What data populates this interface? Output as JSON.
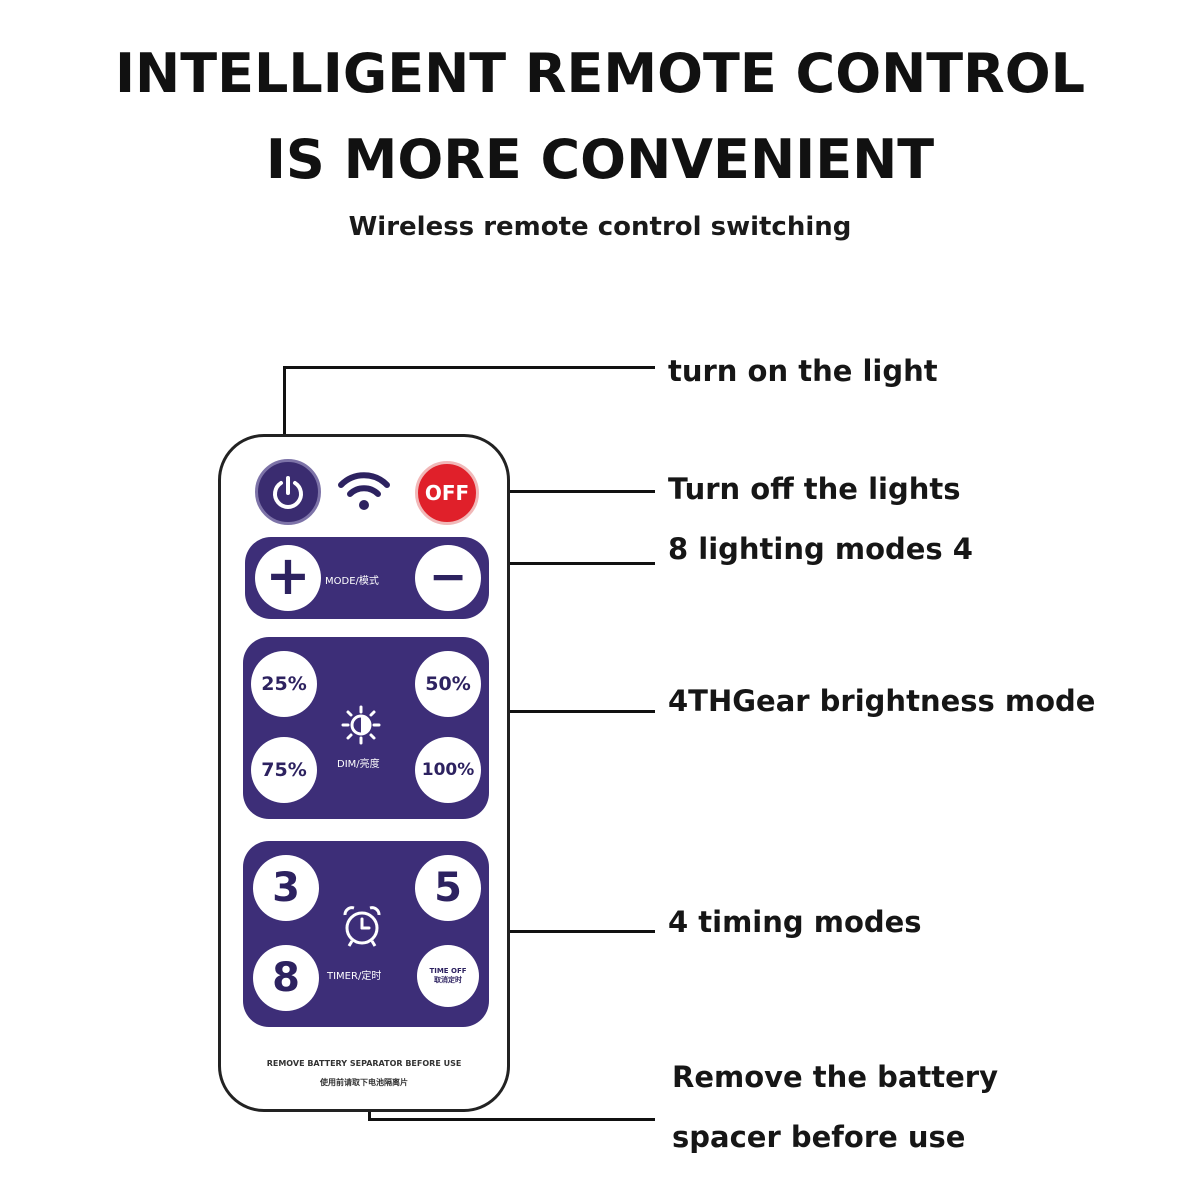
{
  "header": {
    "title_line1": "INTELLIGENT REMOTE CONTROL",
    "title_line2": "IS MORE CONVENIENT",
    "subtitle": "Wireless remote control switching"
  },
  "labels": {
    "turn_on": "turn on the light",
    "turn_off": "Turn off the lights",
    "modes": "8 lighting modes 4",
    "brightness": "4THGear brightness mode",
    "timing": "4 timing modes",
    "battery_line1": "Remove the battery",
    "battery_line2": "spacer before use"
  },
  "remote": {
    "off_label": "OFF",
    "mode_label": "MODE/模式",
    "plus": "+",
    "minus": "−",
    "dim_label": "DIM/亮度",
    "b25": "25%",
    "b50": "50%",
    "b75": "75%",
    "b100": "100%",
    "timer_label": "TIMER/定时",
    "t3": "3",
    "t5": "5",
    "t8": "8",
    "time_off_en": "TIME OFF",
    "time_off_cn": "取消定时",
    "separator_en": "REMOVE BATTERY SEPARATOR BEFORE USE",
    "separator_cn": "使用前请取下电池隔离片",
    "power_icon": "power-icon",
    "wifi_icon": "wifi-icon",
    "sun_icon": "brightness-icon",
    "clock_icon": "alarm-clock-icon"
  },
  "colors": {
    "panel": "#3d2e78",
    "power_button": "#3a2c70",
    "off_button": "#e0202a",
    "text": "#111111"
  }
}
